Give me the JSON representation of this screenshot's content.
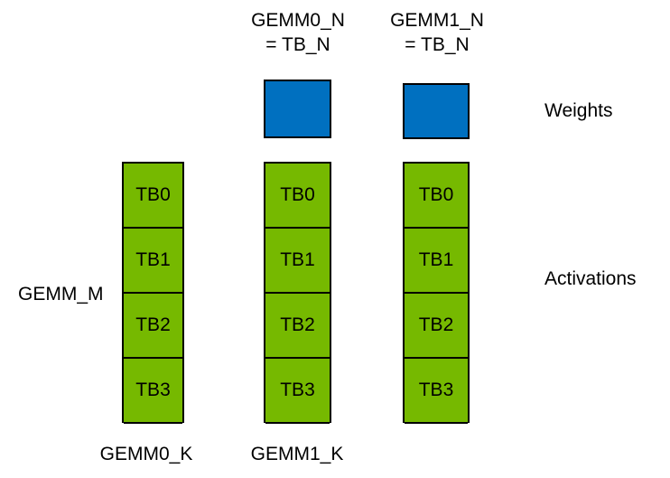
{
  "colors": {
    "weight": "#0070c0",
    "tile": "#76b900",
    "border": "#000000"
  },
  "headers": {
    "gemm0_n_line1": "GEMM0_N",
    "gemm0_n_line2": "= TB_N",
    "gemm1_n_line1": "GEMM1_N",
    "gemm1_n_line2": "= TB_N"
  },
  "side_labels": {
    "weights": "Weights",
    "activations": "Activations",
    "gemm_m": "GEMM_M"
  },
  "bottom_labels": {
    "gemm0_k": "GEMM0_K",
    "gemm1_k": "GEMM1_K"
  },
  "columns": [
    {
      "name": "column-1",
      "tiles": [
        "TB0",
        "TB1",
        "TB2",
        "TB3"
      ]
    },
    {
      "name": "column-2",
      "tiles": [
        "TB0",
        "TB1",
        "TB2",
        "TB3"
      ]
    },
    {
      "name": "column-3",
      "tiles": [
        "TB0",
        "TB1",
        "TB2",
        "TB3"
      ]
    }
  ]
}
